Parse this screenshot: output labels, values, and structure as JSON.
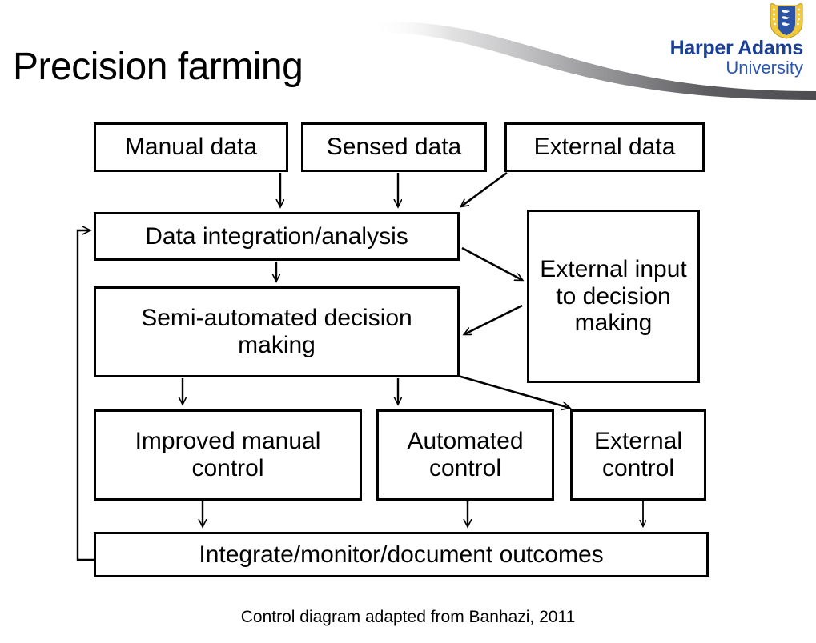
{
  "slide": {
    "title": "Precision farming",
    "caption": "Control diagram adapted from Banhazi, 2011"
  },
  "branding": {
    "name_line1": "Harper Adams",
    "name_line2": "University",
    "crest_icon": "shield-crest-icon",
    "swoosh_icon": "swoosh-curve-decoration",
    "colors": {
      "brand_dark_blue": "#1b3f94",
      "brand_blue": "#2a56ad",
      "crest_gold": "#f2c83c",
      "crest_blue": "#2c53a5",
      "swoosh_gray": "#58585a"
    }
  },
  "chart_data": {
    "type": "flow-diagram",
    "title": "Precision farming",
    "caption": "Control diagram adapted from Banhazi, 2011",
    "nodes": [
      {
        "id": "manual",
        "label": "Manual data",
        "row": 1
      },
      {
        "id": "sensed",
        "label": "Sensed data",
        "row": 1
      },
      {
        "id": "external",
        "label": "External data",
        "row": 1
      },
      {
        "id": "integration",
        "label": "Data integration/analysis",
        "row": 2
      },
      {
        "id": "extinput",
        "label": "External input to decision making",
        "row": 2
      },
      {
        "id": "semiauto",
        "label": "Semi-automated decision making",
        "row": 3
      },
      {
        "id": "improved",
        "label": "Improved manual control",
        "row": 4
      },
      {
        "id": "automated",
        "label": "Automated control",
        "row": 4
      },
      {
        "id": "extcontrol",
        "label": "External control",
        "row": 4
      },
      {
        "id": "outcomes",
        "label": "Integrate/monitor/document outcomes",
        "row": 5
      }
    ],
    "edges": [
      {
        "from": "manual",
        "to": "integration",
        "style": "straight-down"
      },
      {
        "from": "sensed",
        "to": "integration",
        "style": "straight-down"
      },
      {
        "from": "external",
        "to": "integration",
        "style": "diagonal"
      },
      {
        "from": "integration",
        "to": "semiauto",
        "style": "straight-down"
      },
      {
        "from": "integration",
        "to": "extinput",
        "style": "diagonal"
      },
      {
        "from": "extinput",
        "to": "semiauto",
        "style": "diagonal"
      },
      {
        "from": "semiauto",
        "to": "improved",
        "style": "straight-down"
      },
      {
        "from": "semiauto",
        "to": "automated",
        "style": "straight-down"
      },
      {
        "from": "semiauto",
        "to": "extcontrol",
        "style": "diagonal"
      },
      {
        "from": "improved",
        "to": "outcomes",
        "style": "straight-down"
      },
      {
        "from": "automated",
        "to": "outcomes",
        "style": "straight-down"
      },
      {
        "from": "extcontrol",
        "to": "outcomes",
        "style": "straight-down"
      },
      {
        "from": "outcomes",
        "to": "integration",
        "style": "feedback-loop-left"
      }
    ]
  },
  "nodes": {
    "manual": "Manual data",
    "sensed": "Sensed data",
    "external": "External data",
    "integration": "Data integration/analysis",
    "extinput": "External input to decision making",
    "semiauto": "Semi-automated decision making",
    "improved": "Improved manual control",
    "automated": "Automated control",
    "extcontrol": "External control",
    "outcomes": "Integrate/monitor/document outcomes"
  }
}
